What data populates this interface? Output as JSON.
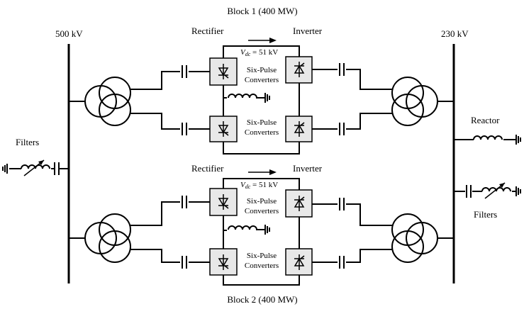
{
  "labels": {
    "block1_title": "Block 1 (400 MW)",
    "block2_title": "Block 2 (400 MW)",
    "bus_left": "500 kV",
    "bus_right": "230 kV",
    "filters_left": "Filters",
    "filters_right": "Filters",
    "reactor": "Reactor",
    "block1": {
      "rectifier": "Rectifier",
      "inverter": "Inverter",
      "vdc_symbol": "V",
      "vdc_sub": "dc",
      "vdc_value": " = 51 kV",
      "conv_top_line1": "Six-Pulse",
      "conv_top_line2": "Converters",
      "conv_bot_line1": "Six-Pulse",
      "conv_bot_line2": "Converters"
    },
    "block2": {
      "rectifier": "Rectifier",
      "inverter": "Inverter",
      "vdc_symbol": "V",
      "vdc_sub": "dc",
      "vdc_value": " = 51 kV",
      "conv_top_line1": "Six-Pulse",
      "conv_top_line2": "Converters",
      "conv_bot_line1": "Six-Pulse",
      "conv_bot_line2": "Converters"
    }
  }
}
